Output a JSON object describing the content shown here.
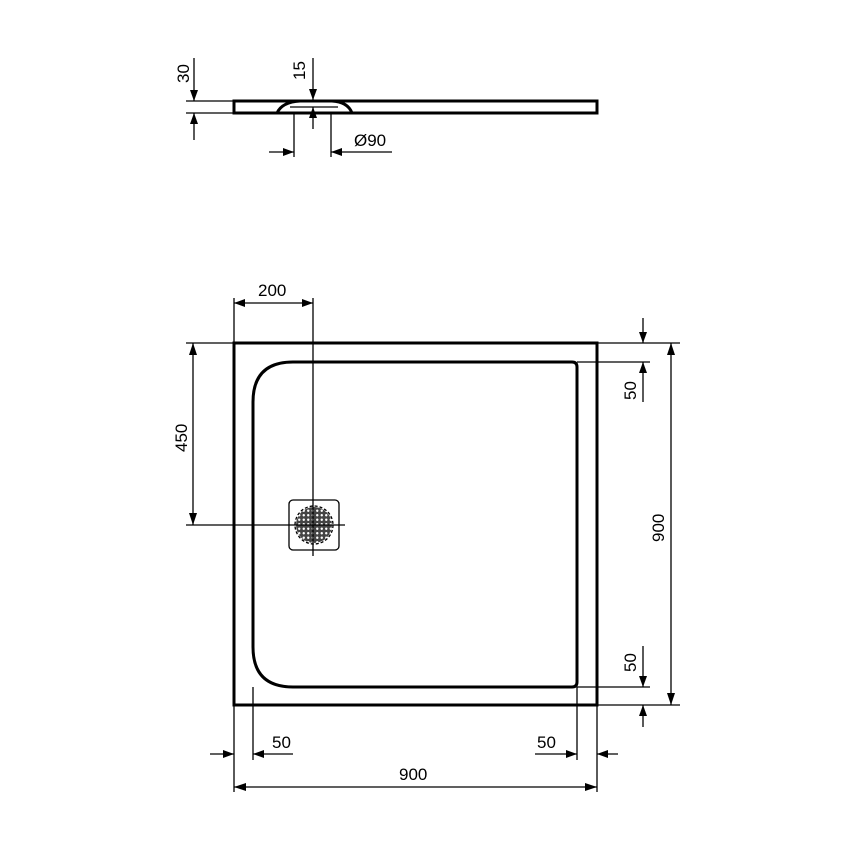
{
  "drawing": {
    "type": "technical-drawing",
    "subject": "square shower tray",
    "colors": {
      "line": "#000000",
      "background": "#ffffff",
      "drain_fill": "#555555"
    }
  },
  "section_view": {
    "dimensions": {
      "thickness": "30",
      "drain_depth": "15",
      "drain_diameter": "Ø90"
    }
  },
  "plan_view": {
    "dimensions": {
      "drain_offset_x": "200",
      "drain_offset_y": "450",
      "width": "900",
      "length": "900",
      "rim_top": "50",
      "rim_bottom": "50",
      "rim_left": "50",
      "rim_right": "50"
    },
    "drain": {
      "icon": "drain-grate-icon"
    }
  }
}
